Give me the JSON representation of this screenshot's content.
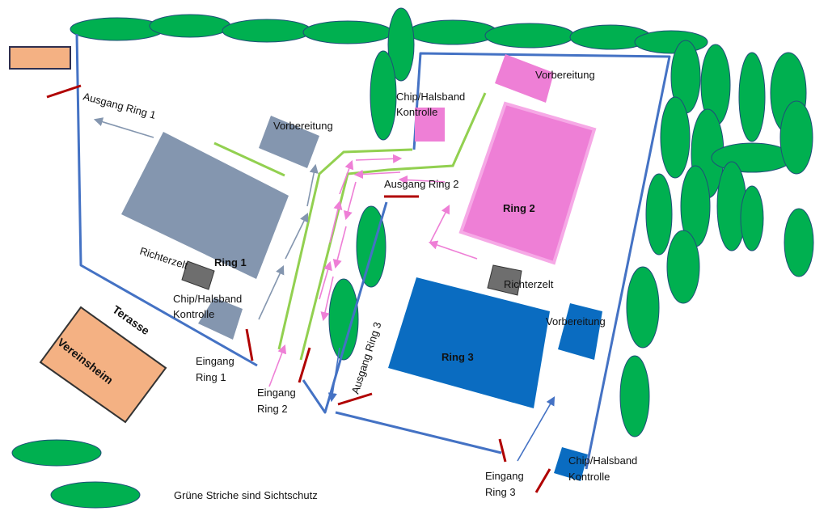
{
  "labels": {
    "ausgang_ring1": "Ausgang Ring 1",
    "vorbereitung_ring1": "Vorbereitung",
    "ring1": "Ring 1",
    "richterzelt_ring1": "Richterzelt",
    "chip_ring1_line1": "Chip/Halsband",
    "chip_ring1_line2": "Kontrolle",
    "terasse": "Terasse",
    "vereinsheim": "Vereinsheim",
    "eingang_ring1_line1": "Eingang",
    "eingang_ring1_line2": "Ring 1",
    "eingang_ring2_line1": "Eingang",
    "eingang_ring2_line2": "Ring 2",
    "chip_ring2_line1": "Chip/Halsband",
    "chip_ring2_line2": "Kontrolle",
    "ausgang_ring2": "Ausgang Ring 2",
    "vorbereitung_ring2": "Vorbereitung",
    "ring2": "Ring 2",
    "richterzelt_ring23": "Richterzelt",
    "ausgang_ring3": "Ausgang Ring 3",
    "ring3": "Ring 3",
    "vorbereitung_ring3": "Vorbereitung",
    "chip_ring3_line1": "Chip/Halsband",
    "chip_ring3_line2": "Kontrolle",
    "eingang_ring3_line1": "Eingang",
    "eingang_ring3_line2": "Ring 3",
    "legend_note": "Grüne Striche sind Sichtschutz"
  },
  "colors": {
    "ring1": "#8496AF",
    "ring2": "#EE7FD6",
    "ring2_outline": "#F6A9E6",
    "ring3": "#0A6CC1",
    "vereinsheim": "#F4B183",
    "tree": "#00B050",
    "fence": "#4472C4",
    "gate": "#B00000",
    "screen": "#92D050",
    "richterzelt": "#6E6E6E"
  }
}
